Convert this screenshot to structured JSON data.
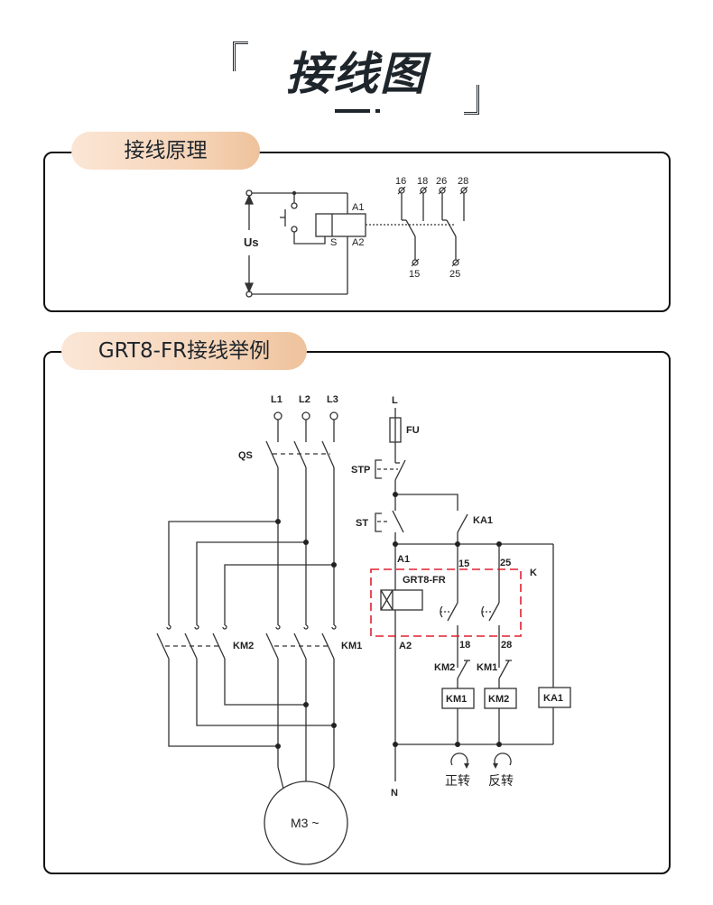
{
  "page": {
    "title": "接线图",
    "bracket_open": "『",
    "bracket_close": "』"
  },
  "sections": [
    {
      "title": "接线原理",
      "diagram": {
        "supply_label": "Us",
        "coil_terminals": [
          "A1",
          "A2",
          "S"
        ],
        "contacts_top": [
          "16",
          "18",
          "26",
          "28"
        ],
        "contacts_bottom": [
          "15",
          "25"
        ]
      }
    },
    {
      "title": "GRT8-FR接线举例",
      "diagram": {
        "phases": [
          "L1",
          "L2",
          "L3"
        ],
        "main_switch": "QS",
        "contactors": [
          "KM2",
          "KM1"
        ],
        "motor_label": "M3 ~",
        "control": {
          "line": "L",
          "neutral": "N",
          "fuse": "FU",
          "stop_button": "STP",
          "start_button": "ST",
          "aux_contact": "KA1",
          "relay_name": "GRT8-FR",
          "relay_ref": "K",
          "relay_terminals": [
            "A1",
            "A2",
            "15",
            "25",
            "18",
            "28"
          ],
          "interlocks": [
            "KM2",
            "KM1"
          ],
          "coils": [
            "KM1",
            "KM2",
            "KA1"
          ],
          "directions": [
            "正转",
            "反转"
          ]
        },
        "colors": {
          "relay_box": "#e02030",
          "line": "#222222"
        }
      }
    }
  ]
}
